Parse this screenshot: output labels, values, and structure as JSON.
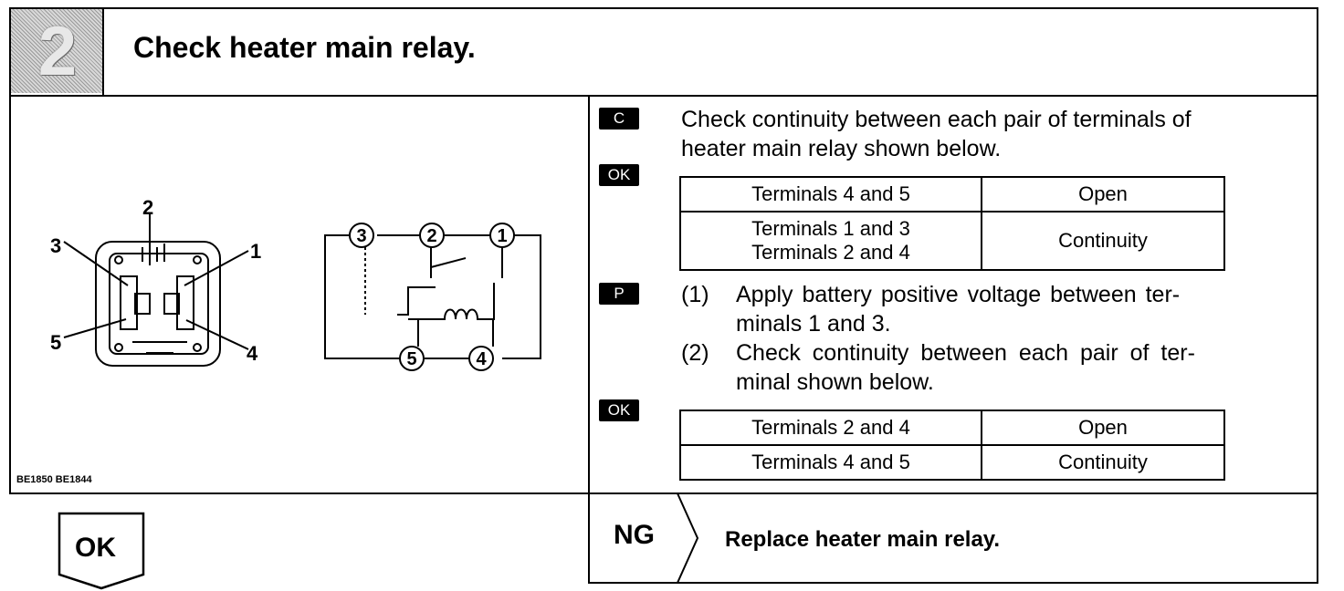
{
  "step": {
    "number": "2",
    "title": "Check heater main relay."
  },
  "figure": {
    "code": "BE1850 BE1844",
    "connector_terminals": [
      "1",
      "2",
      "3",
      "4",
      "5"
    ],
    "schematic_terminals": [
      "1",
      "2",
      "3",
      "4",
      "5"
    ]
  },
  "check": {
    "tag": "C",
    "text_line1": "Check continuity between each pair of terminals of",
    "text_line2": "heater main relay shown below.",
    "ok_tag": "OK",
    "table": [
      {
        "terminals": [
          "Terminals 4 and 5"
        ],
        "result": "Open"
      },
      {
        "terminals": [
          "Terminals 1 and 3",
          "Terminals 2 and 4"
        ],
        "result": "Continuity"
      }
    ]
  },
  "procedure": {
    "tag": "P",
    "steps": [
      {
        "num": "(1)",
        "line1": "Apply battery positive voltage between ter-",
        "line2": "minals 1 and 3."
      },
      {
        "num": "(2)",
        "line1": "Check continuity between each pair of ter-",
        "line2": "minal shown below."
      }
    ],
    "ok_tag": "OK",
    "table": [
      {
        "terminals": "Terminals 2 and 4",
        "result": "Open"
      },
      {
        "terminals": "Terminals 4 and 5",
        "result": "Continuity"
      }
    ]
  },
  "ok_branch": {
    "label": "OK"
  },
  "ng_branch": {
    "label": "NG",
    "text": "Replace heater main relay."
  }
}
